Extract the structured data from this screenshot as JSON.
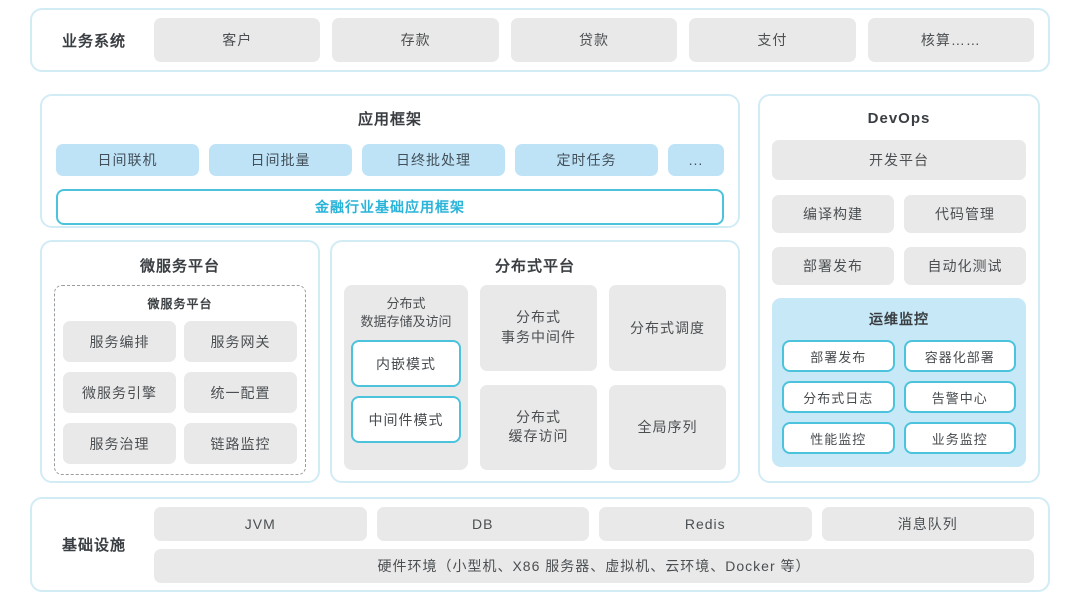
{
  "colors": {
    "panel_border": "#d2ecf6",
    "gray_box": "#e9e9e9",
    "blue_box": "#bfe3f6",
    "teal_border": "#4cc3dd",
    "teal_text": "#2ab4d9",
    "ops_panel_bg": "#c6e8f7"
  },
  "business": {
    "label": "业务系统",
    "items": [
      "客户",
      "存款",
      "贷款",
      "支付",
      "核算……"
    ]
  },
  "app_framework": {
    "title": "应用框架",
    "items": [
      "日间联机",
      "日间批量",
      "日终批处理",
      "定时任务",
      "..."
    ],
    "base": "金融行业基础应用框架"
  },
  "devops": {
    "title": "DevOps",
    "platform": "开发平台",
    "tools": [
      "编译构建",
      "代码管理",
      "部署发布",
      "自动化测试"
    ],
    "ops": {
      "title": "运维监控",
      "items": [
        "部署发布",
        "容器化部署",
        "分布式日志",
        "告警中心",
        "性能监控",
        "业务监控"
      ]
    }
  },
  "microservice": {
    "title": "微服务平台",
    "inner_title": "微服务平台",
    "items": [
      "服务编排",
      "服务网关",
      "微服务引擎",
      "统一配置",
      "服务治理",
      "链路监控"
    ]
  },
  "distributed": {
    "title": "分布式平台",
    "storage_label": "分布式\n数据存储及访问",
    "storage_modes": [
      "内嵌模式",
      "中间件模式"
    ],
    "col2": [
      "分布式\n事务中间件",
      "分布式\n缓存访问"
    ],
    "col3": [
      "分布式调度",
      "全局序列"
    ]
  },
  "infrastructure": {
    "label": "基础设施",
    "items": [
      "JVM",
      "DB",
      "Redis",
      "消息队列"
    ],
    "hardware": "硬件环境（小型机、X86 服务器、虚拟机、云环境、Docker 等）"
  }
}
